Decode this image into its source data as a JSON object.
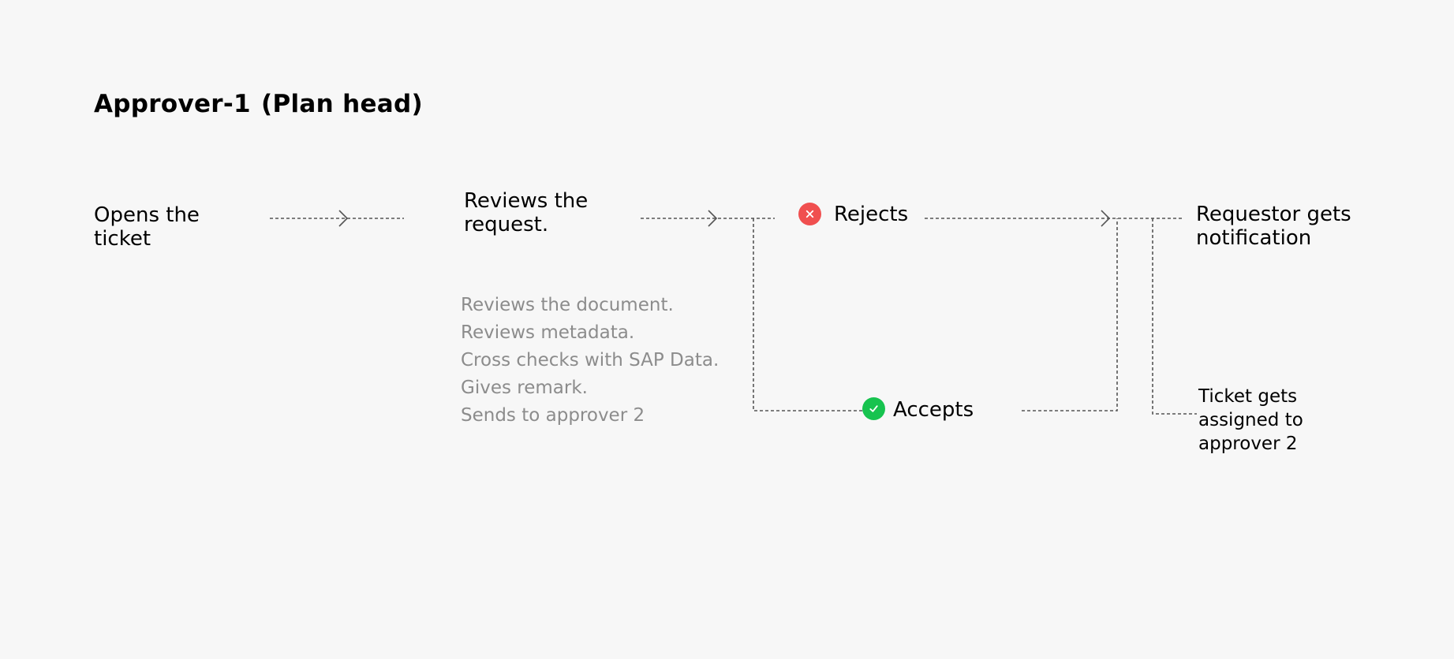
{
  "title": {
    "role": "Approver-1",
    "subtitle": "(Plan head)"
  },
  "steps": {
    "open": [
      "Opens the",
      "ticket"
    ],
    "review": [
      "Reviews the",
      "request."
    ],
    "reject": "Rejects",
    "accept": "Accepts",
    "notify": [
      "Requestor gets",
      "notification"
    ],
    "assign": [
      "Ticket gets",
      "assigned to",
      "approver 2"
    ]
  },
  "review_details": [
    "Reviews the document.",
    "Reviews metadata.",
    "Cross checks with SAP Data.",
    "Gives remark.",
    "Sends to approver 2"
  ],
  "colors": {
    "background": "#f7f7f7",
    "reject": "#f04f4f",
    "accept": "#17c34f",
    "connector": "#555555",
    "muted_text": "#8c8c8c"
  },
  "icons": {
    "reject": "close-circle-icon",
    "accept": "check-circle-icon"
  }
}
